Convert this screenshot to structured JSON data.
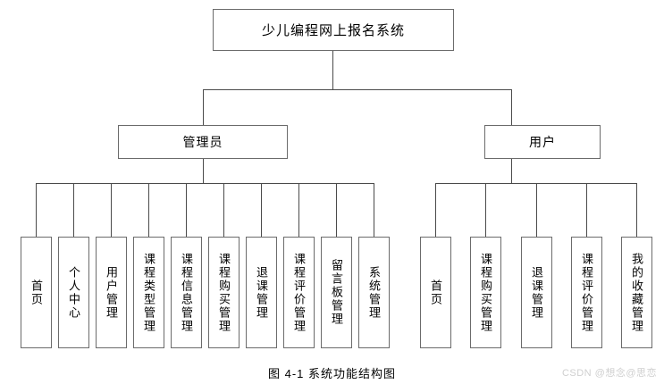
{
  "diagram": {
    "title_node": {
      "label": "少儿编程网上报名系统"
    },
    "branches": [
      {
        "key": "admin",
        "label": "管理员",
        "children": [
          {
            "label": "首页"
          },
          {
            "label": "个人中心"
          },
          {
            "label": "用户管理"
          },
          {
            "label": "课程类型管理"
          },
          {
            "label": "课程信息管理"
          },
          {
            "label": "课程购买管理"
          },
          {
            "label": "退课管理"
          },
          {
            "label": "课程评价管理"
          },
          {
            "label": "留言板管理"
          },
          {
            "label": "系统管理"
          }
        ]
      },
      {
        "key": "user",
        "label": "用户",
        "children": [
          {
            "label": "首页"
          },
          {
            "label": "课程购买管理"
          },
          {
            "label": "退课管理"
          },
          {
            "label": "课程评价管理"
          },
          {
            "label": "我的收藏管理"
          }
        ]
      }
    ]
  },
  "caption": {
    "text": "图 4-1  系统功能结构图"
  },
  "watermark": {
    "text": "CSDN @想念@思恋"
  },
  "colors": {
    "box_border": "#6b6b6b",
    "connector": "#4a4a4a",
    "background": "#ffffff",
    "text": "#000000",
    "watermark": "#cfcfcf"
  }
}
